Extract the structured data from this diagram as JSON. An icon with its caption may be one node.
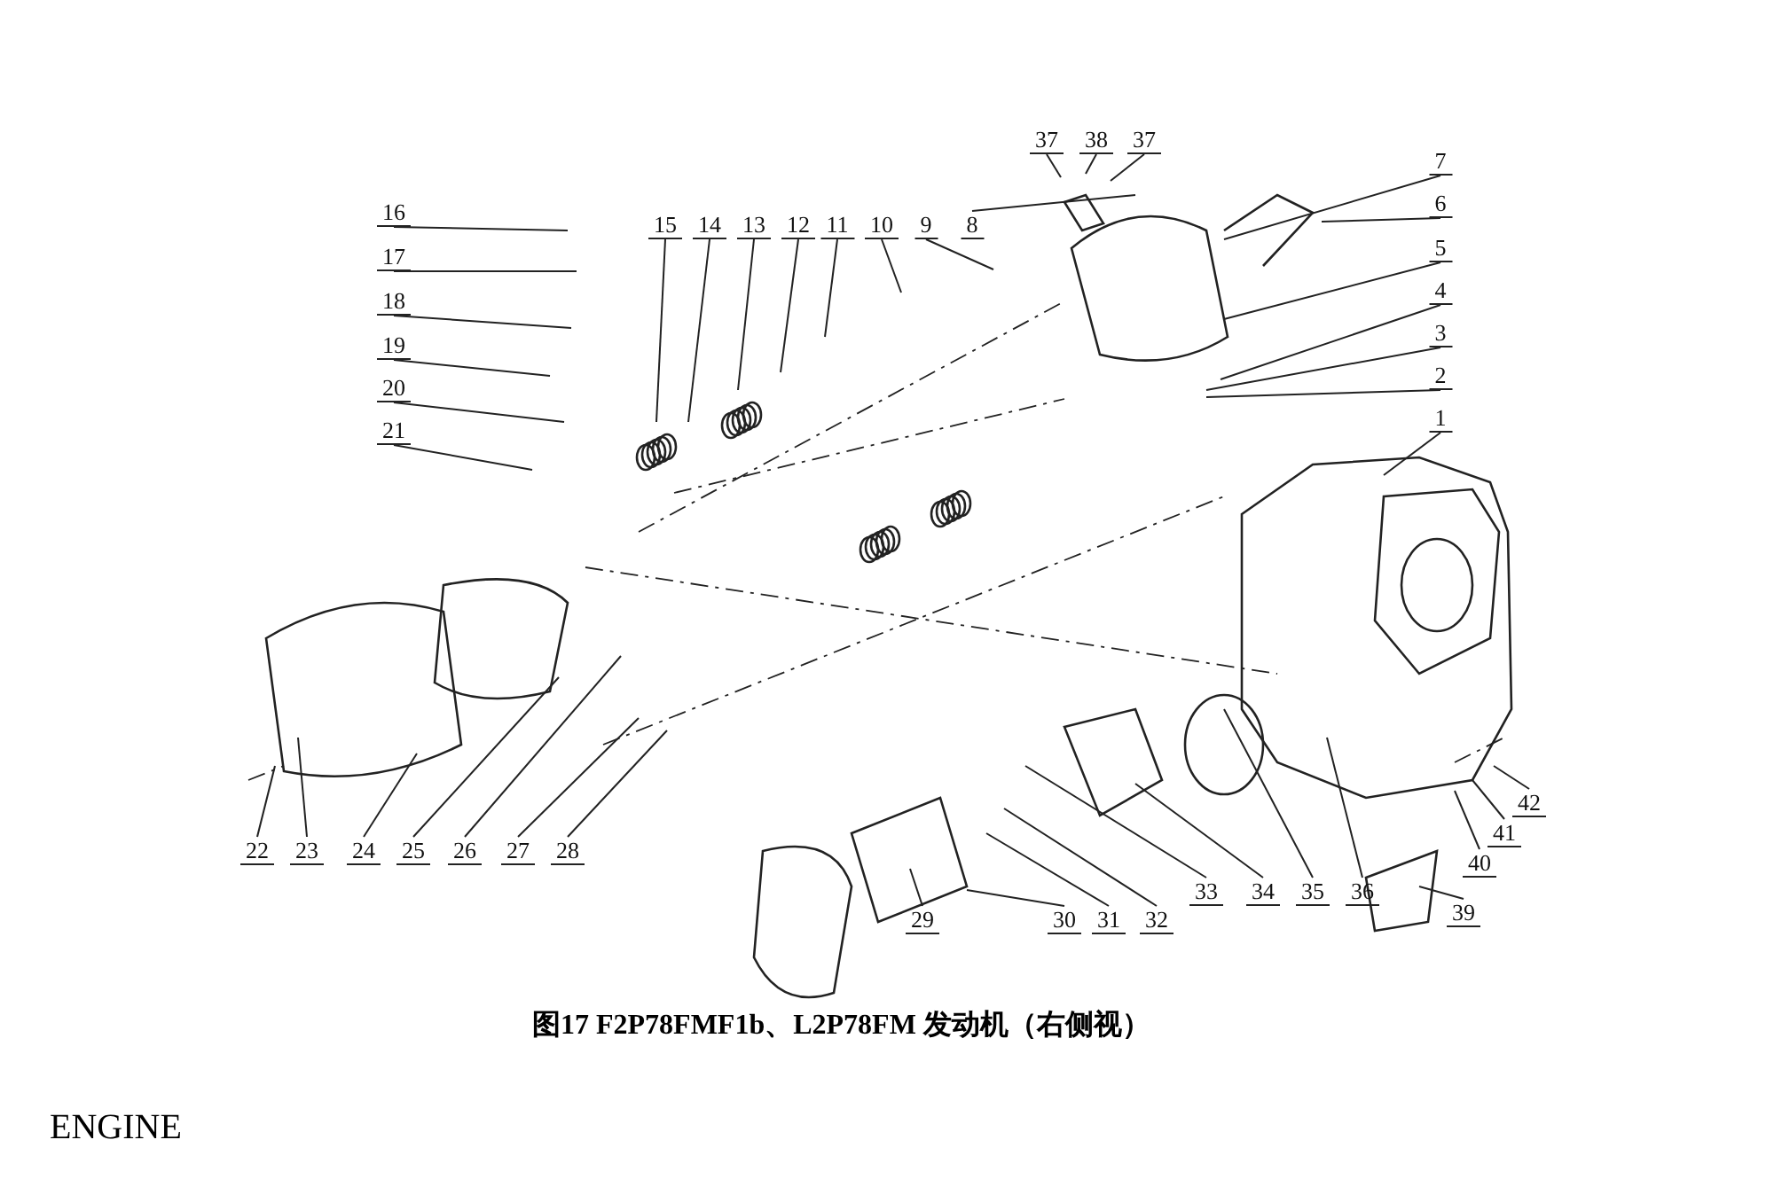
{
  "diagram": {
    "caption": "图17 F2P78FMF1b、L2P78FM 发动机（右侧视）",
    "nodes": [
      {
        "text": [
          "37"
        ]
      },
      {
        "text": [
          "38"
        ]
      },
      {
        "text": [
          "37"
        ]
      },
      {
        "text": [
          "16"
        ]
      },
      {
        "text": [
          "17"
        ]
      },
      {
        "text": [
          "18"
        ]
      },
      {
        "text": [
          "19"
        ]
      },
      {
        "text": [
          "20"
        ]
      },
      {
        "text": [
          "21"
        ]
      },
      {
        "text": [
          "15"
        ]
      },
      {
        "text": [
          "14"
        ]
      },
      {
        "text": [
          "13"
        ]
      },
      {
        "text": [
          "12"
        ]
      },
      {
        "text": [
          "11"
        ]
      },
      {
        "text": [
          "10"
        ]
      },
      {
        "text": [
          "9"
        ]
      },
      {
        "text": [
          "8"
        ]
      },
      {
        "text": [
          "7"
        ]
      },
      {
        "text": [
          "6"
        ]
      },
      {
        "text": [
          "5"
        ]
      },
      {
        "text": [
          "4"
        ]
      },
      {
        "text": [
          "3"
        ]
      },
      {
        "text": [
          "2"
        ]
      },
      {
        "text": [
          "1"
        ]
      },
      {
        "text": [
          "22"
        ]
      },
      {
        "text": [
          "23"
        ]
      },
      {
        "text": [
          "24"
        ]
      },
      {
        "text": [
          "25"
        ]
      },
      {
        "text": [
          "26"
        ]
      },
      {
        "text": [
          "27"
        ]
      },
      {
        "text": [
          "28"
        ]
      },
      {
        "text": [
          "42"
        ]
      },
      {
        "text": [
          "41"
        ]
      },
      {
        "text": [
          "40"
        ]
      },
      {
        "text": [
          "33"
        ]
      },
      {
        "text": [
          "34"
        ]
      },
      {
        "text": [
          "35"
        ]
      },
      {
        "text": [
          "36"
        ]
      },
      {
        "text": [
          "29"
        ]
      },
      {
        "text": [
          "30"
        ]
      },
      {
        "text": [
          "31"
        ]
      },
      {
        "text": [
          "32"
        ]
      },
      {
        "text": [
          "39"
        ]
      }
    ],
    "edges": [
      {
        "from": 0,
        "to": null,
        "arrow": "none"
      },
      {
        "from": 1,
        "to": null,
        "arrow": "none"
      },
      {
        "from": 2,
        "to": null,
        "arrow": "none"
      },
      {
        "from": 3,
        "to": null,
        "arrow": "none"
      },
      {
        "from": 4,
        "to": null,
        "arrow": "none"
      },
      {
        "from": 5,
        "to": null,
        "arrow": "none"
      },
      {
        "from": 6,
        "to": null,
        "arrow": "none"
      },
      {
        "from": 7,
        "to": null,
        "arrow": "none"
      },
      {
        "from": 8,
        "to": null,
        "arrow": "none"
      },
      {
        "from": 9,
        "to": null,
        "arrow": "none"
      },
      {
        "from": 10,
        "to": null,
        "arrow": "none"
      },
      {
        "from": 11,
        "to": null,
        "arrow": "none"
      },
      {
        "from": 12,
        "to": null,
        "arrow": "none"
      },
      {
        "from": 13,
        "to": null,
        "arrow": "none"
      },
      {
        "from": 14,
        "to": null,
        "arrow": "none"
      },
      {
        "from": 15,
        "to": null,
        "arrow": "none"
      },
      {
        "from": 16,
        "to": null,
        "arrow": "none"
      },
      {
        "from": 17,
        "to": null,
        "arrow": "none"
      },
      {
        "from": 18,
        "to": null,
        "arrow": "none"
      },
      {
        "from": 19,
        "to": null,
        "arrow": "none"
      },
      {
        "from": 20,
        "to": null,
        "arrow": "none"
      },
      {
        "from": 21,
        "to": null,
        "arrow": "none"
      },
      {
        "from": 22,
        "to": null,
        "arrow": "none"
      },
      {
        "from": 23,
        "to": null,
        "arrow": "none"
      },
      {
        "from": 24,
        "to": null,
        "arrow": "none"
      },
      {
        "from": 25,
        "to": null,
        "arrow": "none"
      },
      {
        "from": 26,
        "to": null,
        "arrow": "none"
      },
      {
        "from": 27,
        "to": null,
        "arrow": "none"
      },
      {
        "from": 28,
        "to": null,
        "arrow": "none"
      },
      {
        "from": 29,
        "to": null,
        "arrow": "none"
      },
      {
        "from": 30,
        "to": null,
        "arrow": "none"
      },
      {
        "from": 31,
        "to": null,
        "arrow": "none"
      },
      {
        "from": 32,
        "to": null,
        "arrow": "none"
      },
      {
        "from": 33,
        "to": null,
        "arrow": "none"
      },
      {
        "from": 34,
        "to": null,
        "arrow": "none"
      },
      {
        "from": 35,
        "to": null,
        "arrow": "none"
      },
      {
        "from": 36,
        "to": null,
        "arrow": "none"
      },
      {
        "from": 37,
        "to": null,
        "arrow": "none"
      },
      {
        "from": 38,
        "to": null,
        "arrow": "none"
      },
      {
        "from": 39,
        "to": null,
        "arrow": "none"
      },
      {
        "from": 40,
        "to": null,
        "arrow": "none"
      },
      {
        "from": 41,
        "to": null,
        "arrow": "none"
      },
      {
        "from": 42,
        "to": null,
        "arrow": "none"
      }
    ],
    "labels": [
      "ENGINE"
    ]
  }
}
